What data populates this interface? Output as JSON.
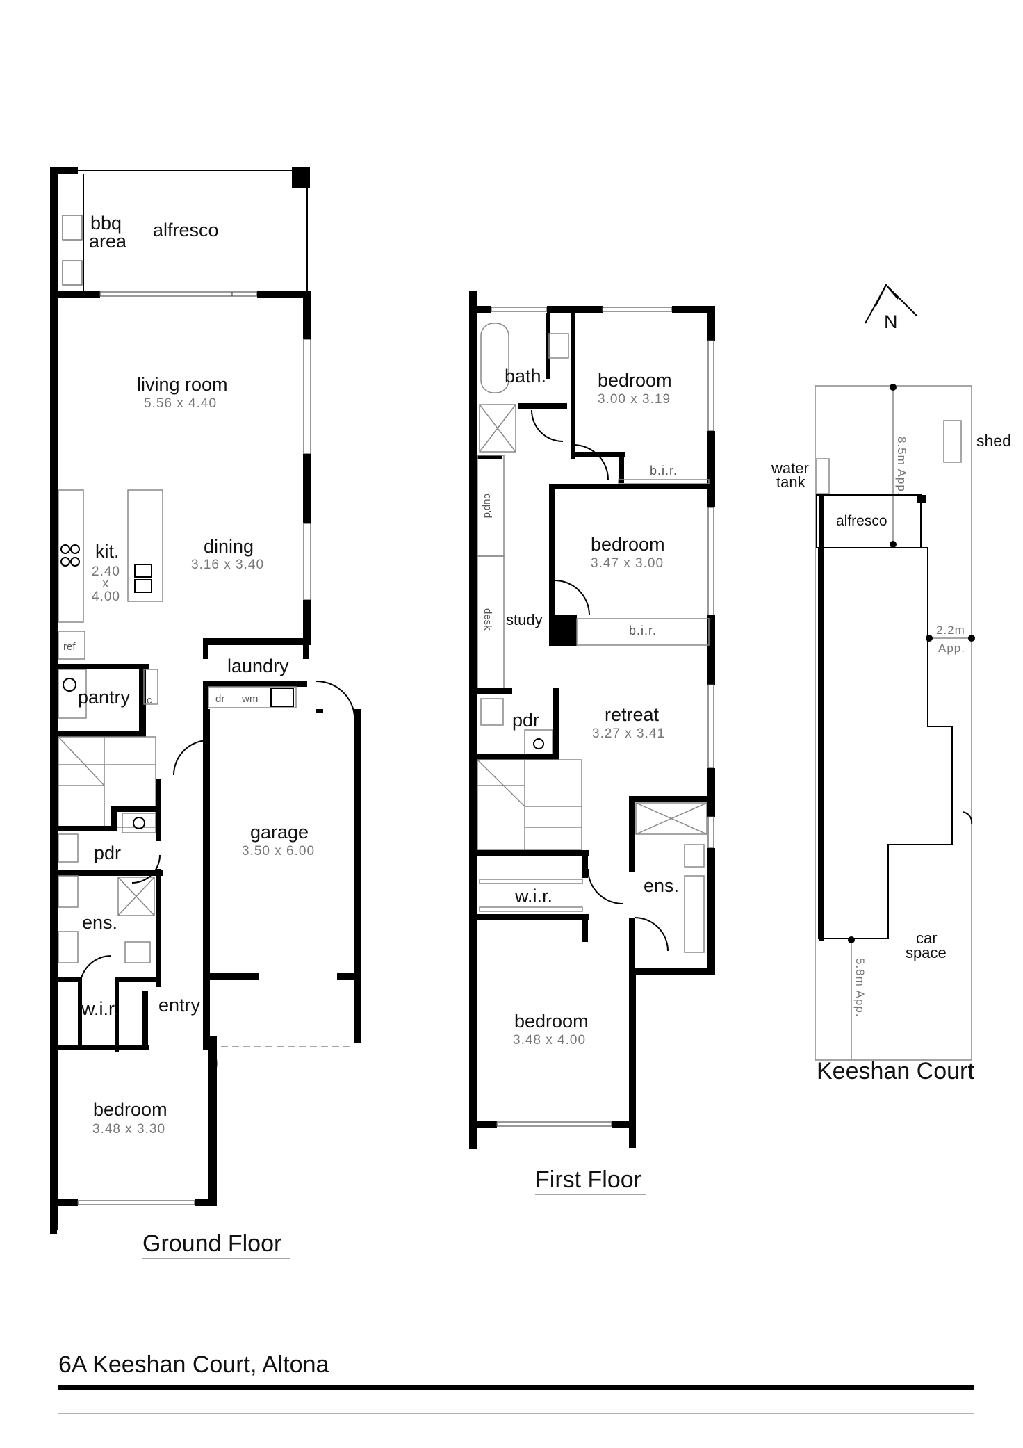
{
  "ground_floor": {
    "title": "Ground Floor",
    "rooms": {
      "bbq_area": [
        "bbq",
        "area"
      ],
      "alfresco": "alfresco",
      "living_room": {
        "name": "living room",
        "dims": "5.56  x  4.40"
      },
      "kitchen": {
        "name": "kit.",
        "dims": [
          "2.40",
          "x",
          "4.00"
        ]
      },
      "dining": {
        "name": "dining",
        "dims": "3.16  x  3.40"
      },
      "ref": "ref",
      "pantry": "pantry",
      "c": "c",
      "laundry": "laundry",
      "dr": "dr",
      "wm": "wm",
      "garage": {
        "name": "garage",
        "dims": "3.50  x  6.00"
      },
      "pdr": "pdr",
      "ens": "ens.",
      "wir": "w.i.r.",
      "entry": "entry",
      "bedroom": {
        "name": "bedroom",
        "dims": "3.48  x  3.30"
      }
    }
  },
  "first_floor": {
    "title": "First Floor",
    "rooms": {
      "bath": "bath.",
      "bedroom1": {
        "name": "bedroom",
        "dims": "3.00  x  3.19"
      },
      "bir1": "b.i.r.",
      "cupd": "cup'd",
      "bedroom2": {
        "name": "bedroom",
        "dims": "3.47  x  3.00"
      },
      "desk": "desk",
      "study": "study",
      "bir2": "b.i.r.",
      "pdr": "pdr",
      "retreat": {
        "name": "retreat",
        "dims": "3.27  x  3.41"
      },
      "wir": "w.i.r.",
      "ens": "ens.",
      "bedroom3": {
        "name": "bedroom",
        "dims": "3.48  x  4.00"
      }
    }
  },
  "site_plan": {
    "north": "N",
    "shed": "shed",
    "water_tank": [
      "water",
      "tank"
    ],
    "alfresco": "alfresco",
    "dim_rear": "8.5m  App.",
    "dim_side": [
      "2.2m",
      "App."
    ],
    "dim_front": "5.8m  App.",
    "car_space": [
      "car",
      "space"
    ],
    "street": "Keeshan Court"
  },
  "address": "6A Keeshan Court, Altona"
}
